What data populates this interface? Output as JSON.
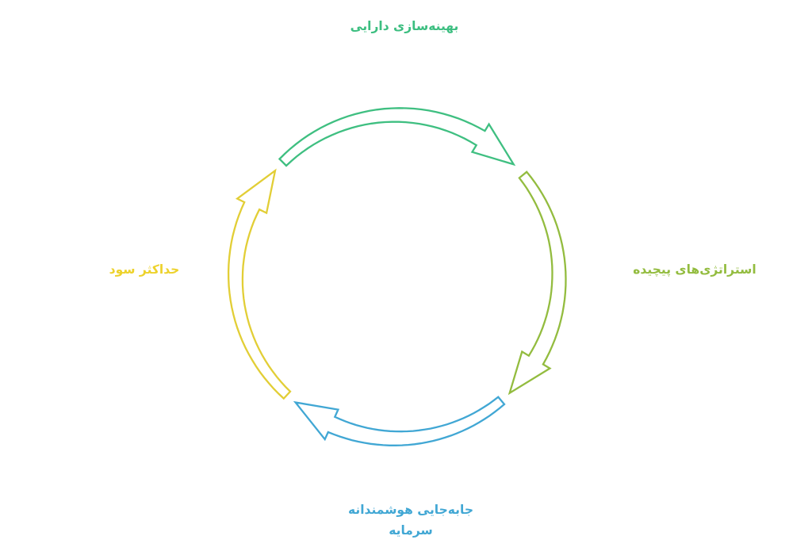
{
  "diagram": {
    "type": "cycle",
    "direction": "clockwise",
    "background": "#ffffff",
    "nodes": [
      {
        "id": "asset-optimization",
        "position": "top",
        "label": "بهینه‌سازی دارایی",
        "color": "#3cbe80"
      },
      {
        "id": "complex-strategies",
        "position": "right",
        "label": "استراتژی‌های پیچیده",
        "color": "#93bc3f"
      },
      {
        "id": "smart-capital-reallocation",
        "position": "bottom",
        "label": "جابه‌جایی هوشمندانه سرمایه",
        "lines": [
          "جابه‌جایی هوشمندانه",
          "سرمایه"
        ],
        "color": "#41a7d4"
      },
      {
        "id": "maximum-profit",
        "position": "left",
        "label": "حداکثر سود",
        "color": "#edd22b"
      }
    ],
    "arrows": [
      {
        "id": "top-arrow",
        "position": "top",
        "style": "hollow-curved",
        "color": "#3fbf81"
      },
      {
        "id": "right-arrow",
        "position": "right",
        "style": "hollow-curved",
        "color": "#93bc3f"
      },
      {
        "id": "bottom-arrow",
        "position": "bottom",
        "style": "hollow-curved",
        "color": "#41a7d4"
      },
      {
        "id": "left-arrow",
        "position": "left",
        "style": "hollow-curved",
        "color": "#e2ce36"
      }
    ]
  }
}
